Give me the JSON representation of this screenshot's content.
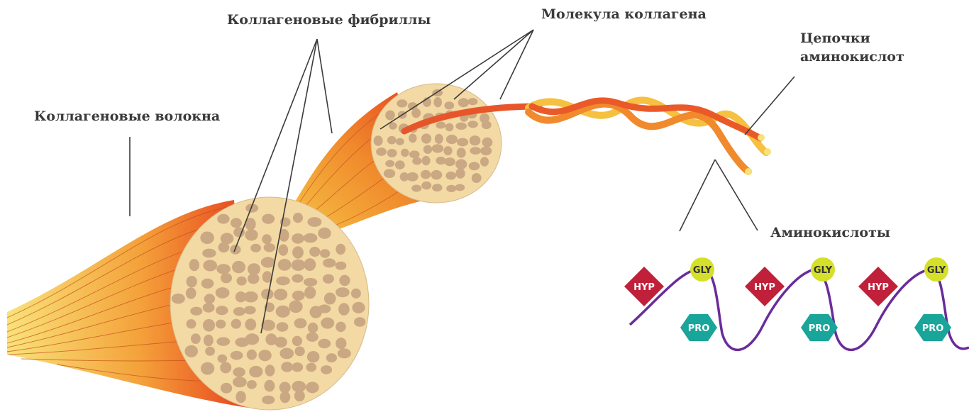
{
  "labels": {
    "fibers": "Коллагеновые волокна",
    "fibrils": "Коллагеновые фибриллы",
    "molecule": "Молекула коллагена",
    "chains_line1": "Цепочки",
    "chains_line2": "аминокислот",
    "amino_acids": "Аминокислоты"
  },
  "amino_units": [
    {
      "hyp": "HYP",
      "gly": "GLY",
      "pro": "PRO"
    },
    {
      "hyp": "HYP",
      "gly": "GLY",
      "pro": "PRO"
    },
    {
      "hyp": "HYP",
      "gly": "GLY",
      "pro": "PRO"
    }
  ],
  "colors": {
    "hyp": "#c0203a",
    "gly": "#d4e02a",
    "pro": "#1aa59a",
    "backbone": "#6a2c9a",
    "fiber_red": "#e8421e",
    "fiber_yellow": "#f6cf4a",
    "fibril_fill": "#f3d9a3",
    "fibril_dot": "#c9a883"
  }
}
